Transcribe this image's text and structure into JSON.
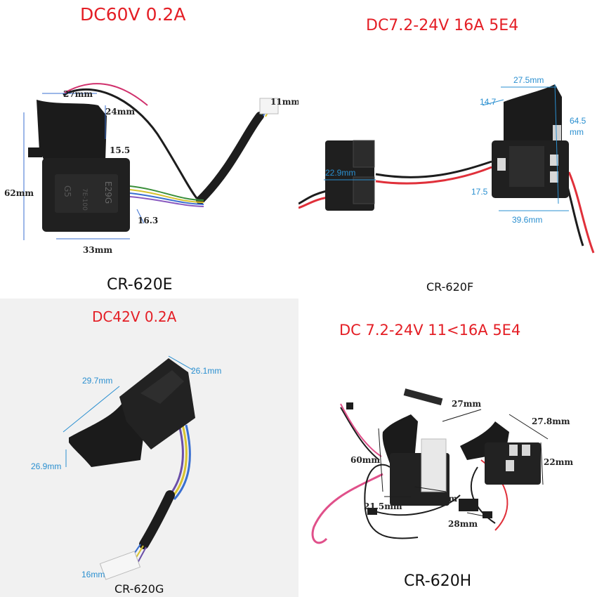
{
  "panels": {
    "top_left": {
      "rating": "DC60V 0.2A",
      "model": "CR-620E",
      "dims": {
        "d1": "27mm",
        "d2": "24mm",
        "d3": "15.5",
        "d4": "11mm",
        "d5": "62mm",
        "d6": "16.3",
        "d7": "33mm"
      },
      "body_text": {
        "t1": "G5",
        "t2": "E29G",
        "t3": "7E-100"
      }
    },
    "top_right": {
      "rating": "DC7.2-24V 16A 5E4",
      "model": "CR-620F",
      "dims": {
        "d1": "27.5mm",
        "d2": "14.7",
        "d3": "64.5",
        "d4": "mm",
        "d5": "22.9mm",
        "d6": "17.5",
        "d7": "39.6mm"
      }
    },
    "bottom_left": {
      "rating": "DC42V 0.2A",
      "model": "CR-620G",
      "dims": {
        "d1": "29.7mm",
        "d2": "26.1mm",
        "d3": "26.9mm",
        "d4": "16mm"
      }
    },
    "bottom_right": {
      "rating": "DC 7.2-24V 11<16A 5E4",
      "model": "CR-620H",
      "dims": {
        "d1": "27mm",
        "d2": "27.8mm",
        "d3": "60mm",
        "d4": "22mm",
        "d5": "21.5mm",
        "d6": "30mm",
        "d7": "28mm"
      }
    }
  },
  "colors": {
    "rating_red": "#e41e25",
    "dim_blue": "#2a8fd0",
    "switch_black": "#1b1b1b",
    "wire_red": "#e0303a",
    "wire_pink": "#e0508a"
  }
}
